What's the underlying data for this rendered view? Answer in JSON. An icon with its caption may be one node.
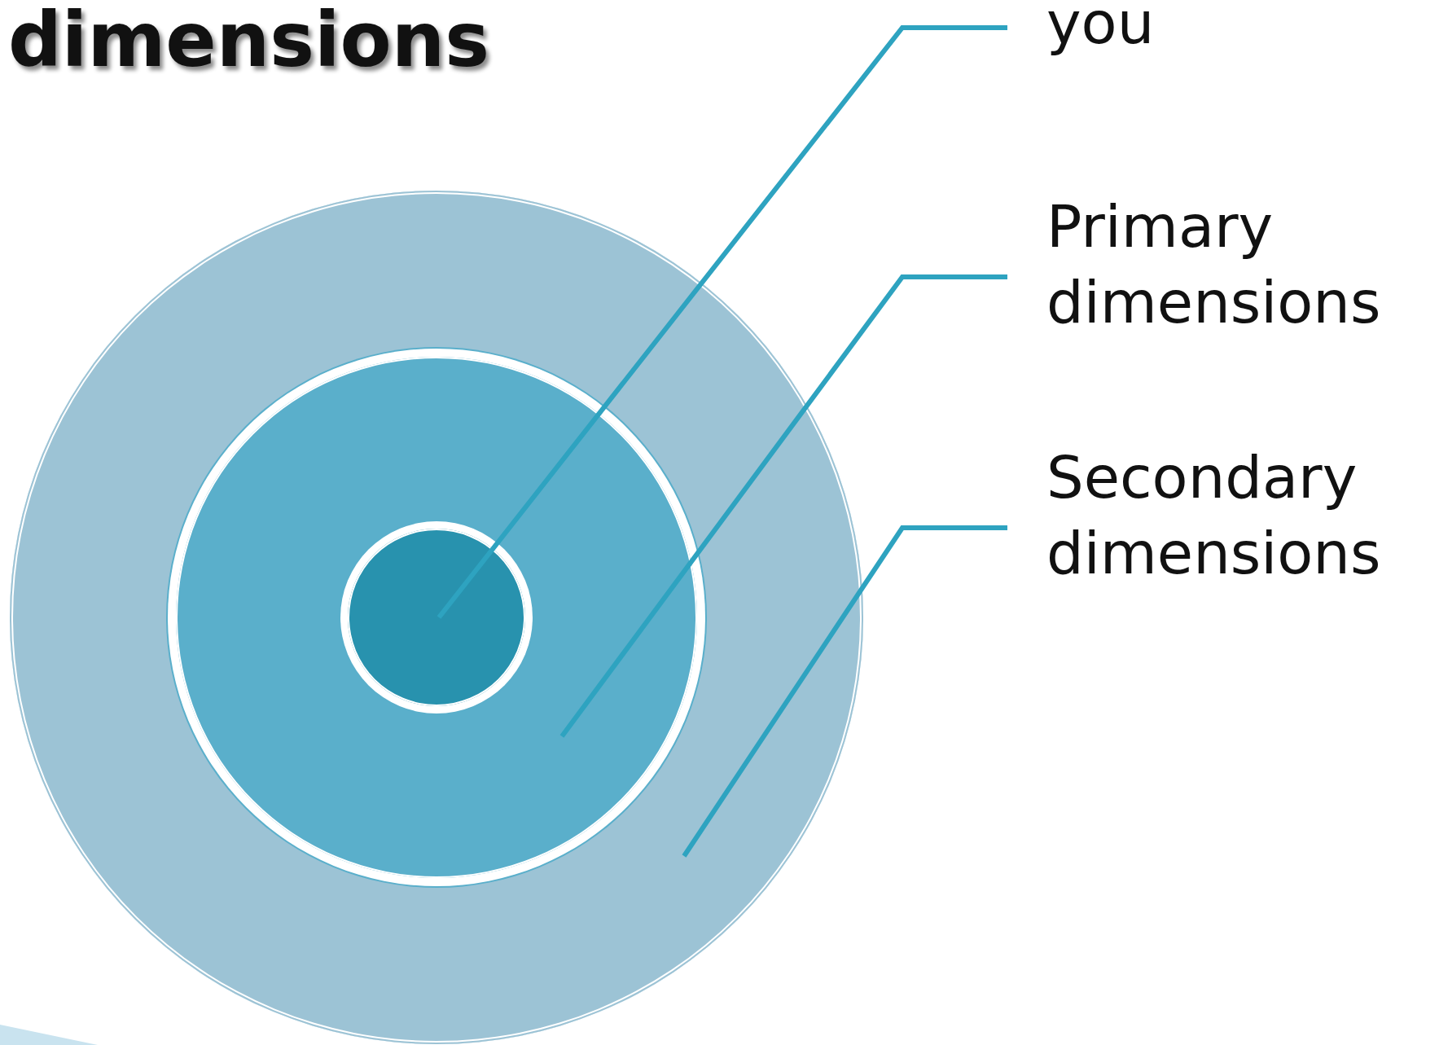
{
  "diagram": {
    "title": "dimensions",
    "nodes": [
      {
        "text": [],
        "shape": "circle"
      },
      {
        "text": [],
        "shape": "circle",
        "in": 0
      },
      {
        "text": [],
        "shape": "circle",
        "in": 1
      },
      {
        "text": [
          "you"
        ]
      },
      {
        "text": [
          "Primary dimensions"
        ]
      },
      {
        "text": [
          "Secondary dimensions"
        ]
      }
    ],
    "edges": [
      {
        "from": 3,
        "to": 2,
        "arrow": "none"
      },
      {
        "from": 4,
        "to": 1,
        "arrow": "none"
      },
      {
        "from": 5,
        "to": 0,
        "arrow": "none"
      }
    ]
  }
}
